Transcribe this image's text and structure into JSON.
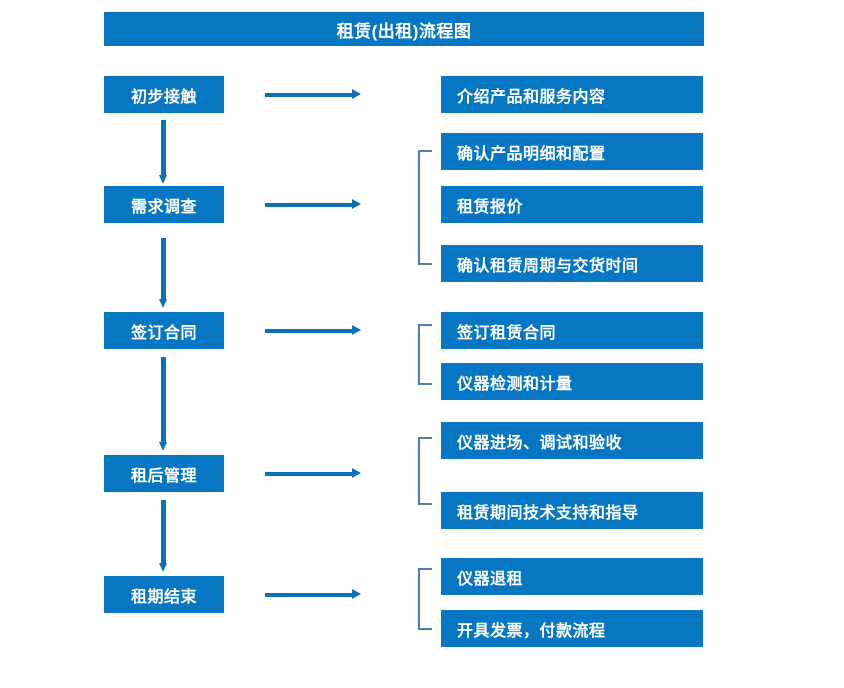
{
  "title": {
    "text": "租赁(出租)流程图"
  },
  "colors": {
    "box_blue": "#0776c3",
    "arrow_blue": "#0c72b8",
    "bracket_blue": "#4a7ebb",
    "text_white": "#ffffff",
    "background": "#ffffff"
  },
  "stages": [
    {
      "label": "初步接触"
    },
    {
      "label": "需求调查"
    },
    {
      "label": "签订合同"
    },
    {
      "label": "租后管理"
    },
    {
      "label": "租期结束"
    }
  ],
  "details": [
    {
      "label": "介绍产品和服务内容"
    },
    {
      "label": "确认产品明细和配置"
    },
    {
      "label": "租赁报价"
    },
    {
      "label": "确认租赁周期与交货时间"
    },
    {
      "label": "签订租赁合同"
    },
    {
      "label": "仪器检测和计量"
    },
    {
      "label": "仪器进场、调试和验收"
    },
    {
      "label": "租赁期间技术支持和指导"
    },
    {
      "label": "仪器退租"
    },
    {
      "label": "开具发票，付款流程"
    }
  ]
}
